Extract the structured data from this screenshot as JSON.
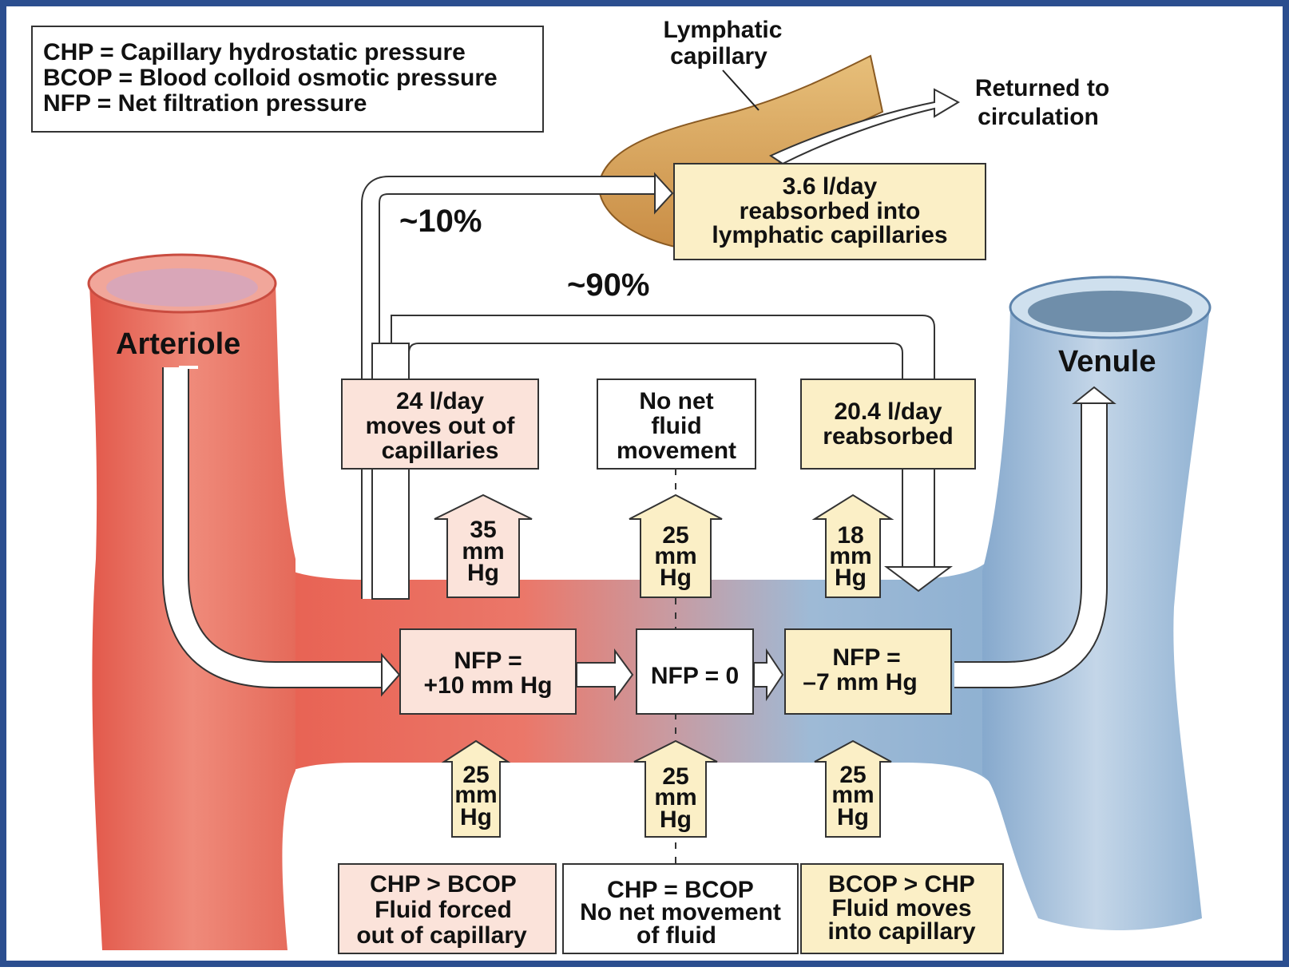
{
  "legend": {
    "line1": "CHP  =  Capillary hydrostatic pressure",
    "line2": "BCOP = Blood colloid osmotic pressure",
    "line3": "NFP  =   Net filtration pressure"
  },
  "vessels": {
    "arteriole": "Arteriole",
    "venule": "Venule",
    "lymphatic": [
      "Lymphatic",
      "capillary"
    ]
  },
  "returned": [
    "Returned to",
    "circulation"
  ],
  "lymph_box": [
    "3.6 l/day",
    "reabsorbed into",
    "lymphatic capillaries"
  ],
  "percentages": {
    "ten": "~10%",
    "ninety": "~90%"
  },
  "top_boxes": {
    "out": [
      "24 l/day",
      "moves out of",
      "capillaries"
    ],
    "none": [
      "No net",
      "fluid",
      "movement"
    ],
    "reabsorbed": [
      "20.4 l/day",
      "reabsorbed"
    ]
  },
  "chp_arrows": [
    [
      "35",
      "mm",
      "Hg"
    ],
    [
      "25",
      "mm",
      "Hg"
    ],
    [
      "18",
      "mm",
      "Hg"
    ]
  ],
  "nfp_boxes": {
    "arterial": [
      "NFP =",
      "+10 mm Hg"
    ],
    "middle": "NFP = 0",
    "venous": [
      "NFP =",
      "–7 mm Hg"
    ]
  },
  "bcop_arrows": [
    [
      "25",
      "mm",
      "Hg"
    ],
    [
      "25",
      "mm",
      "Hg"
    ],
    [
      "25",
      "mm",
      "Hg"
    ]
  ],
  "bottom_boxes": {
    "left": [
      "CHP > BCOP",
      "Fluid forced",
      "out of capillary"
    ],
    "middle": [
      "CHP = BCOP",
      "No net movement",
      "of fluid"
    ],
    "right": [
      "BCOP > CHP",
      "Fluid moves",
      "into capillary"
    ]
  },
  "colors": {
    "frame": "#2b4e8f",
    "arteriole": "#e8665a",
    "venule": "#8fb3d4",
    "pink_box": "#fbe3da",
    "cream_box": "#fbefc6",
    "lymph": "#d9a45a"
  }
}
